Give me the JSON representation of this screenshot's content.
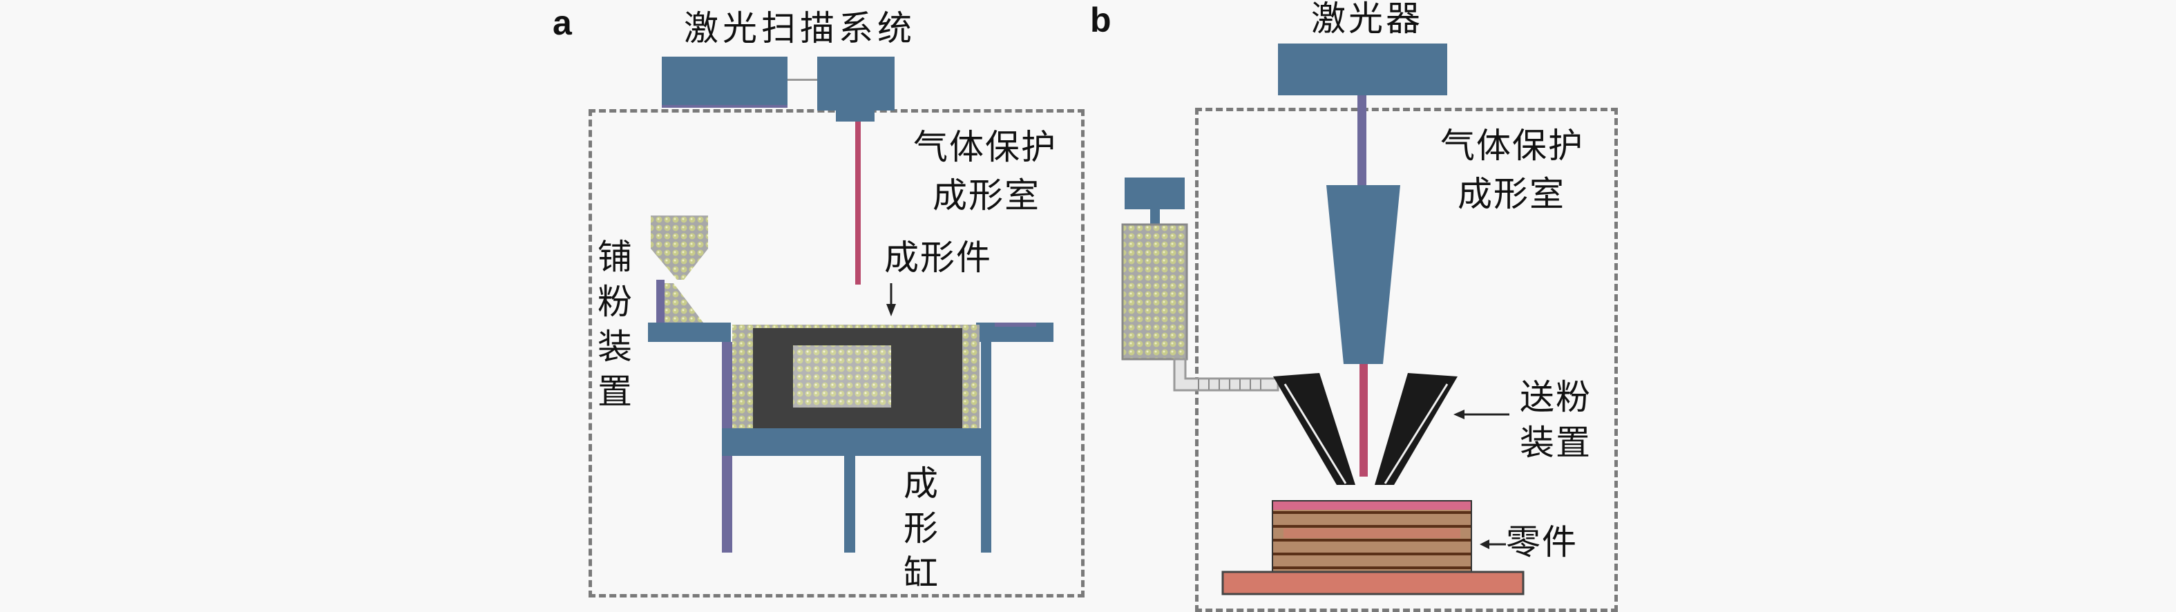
{
  "figure": {
    "panels": [
      {
        "id": "a",
        "label": "a",
        "title": "激光扫描系统",
        "chamber_label_line1": "气体保护",
        "chamber_label_line2": "成形室",
        "part_label": "成形件",
        "spreader_label": "铺粉装置",
        "cylinder_label": "成形缸"
      },
      {
        "id": "b",
        "label": "b",
        "title": "激光器",
        "chamber_label_line1": "气体保护",
        "chamber_label_line2": "成形室",
        "feeder_label_line1": "送粉",
        "feeder_label_line2": "装置",
        "part_label": "零件"
      }
    ],
    "colors": {
      "machine_blue": "#4e7494",
      "laser_red": "#b84a6c",
      "laser_purple": "#6e6a9c",
      "powder_green": "#c8cc8c",
      "powder_gray": "#a8a8a8",
      "part_dark": "#404040",
      "layer_brown": "#b48a6a",
      "layer_line": "#5a3018",
      "base_plate": "#d47a6a",
      "top_layer_pink": "#d66a8a",
      "dash_gray": "#7a7a7a"
    }
  }
}
